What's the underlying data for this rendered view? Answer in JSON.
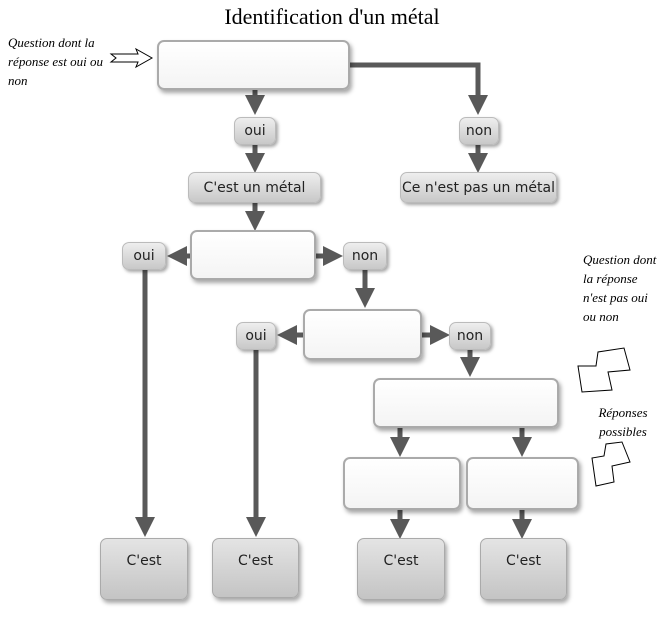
{
  "title": "Identification d'un métal",
  "notes": {
    "left": "Question dont la réponse est oui ou non",
    "right": "Question dont la réponse n'est pas oui ou non",
    "responses": "Réponses possibles"
  },
  "labels": {
    "oui": "oui",
    "non": "non"
  },
  "results": {
    "metal": "C'est un métal",
    "not_metal": "Ce n'est pas un métal",
    "cest": "C'est"
  },
  "colors": {
    "arrow": "#595959",
    "box_border": "#aaaaaa",
    "label_fill": "#d8d8d8"
  }
}
